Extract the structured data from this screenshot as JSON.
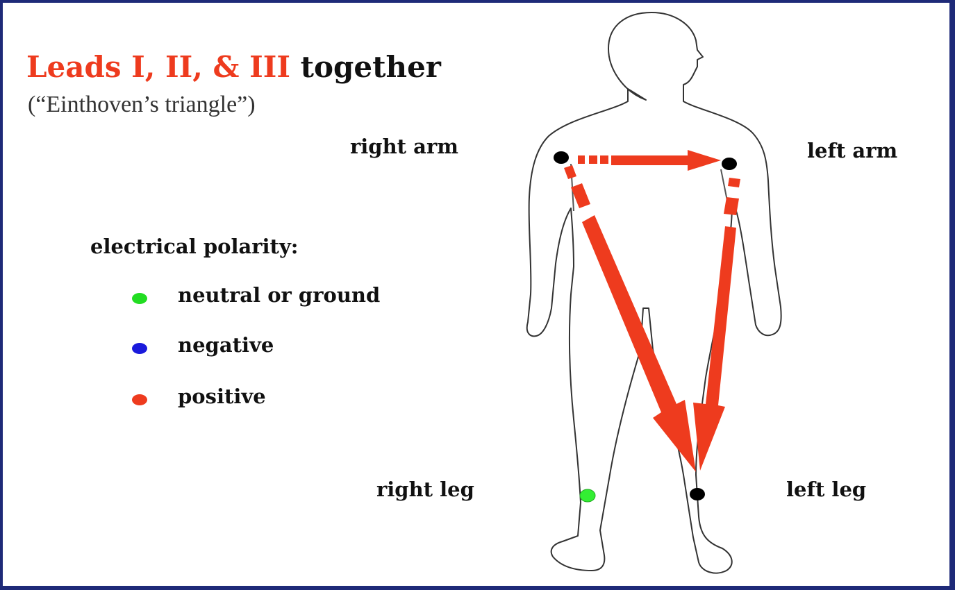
{
  "title": {
    "highlight": "Leads I, II, & III",
    "rest": " together"
  },
  "subtitle": "(“Einthoven’s triangle”)",
  "limbs": {
    "right_arm": "right arm",
    "left_arm": "left arm",
    "right_leg": "right leg",
    "left_leg": "left leg"
  },
  "legend": {
    "title": "electrical polarity:",
    "items": [
      {
        "label": "neutral or ground",
        "color": "#22dd22"
      },
      {
        "label": "negative",
        "color": "#1a1adc"
      },
      {
        "label": "positive",
        "color": "#ee3b1e"
      }
    ]
  },
  "colors": {
    "arrow": "#ee3b1e",
    "electrode": "#000000",
    "ground_electrode": "#33ee33",
    "outline": "#333333",
    "frame": "#1e2a78"
  }
}
